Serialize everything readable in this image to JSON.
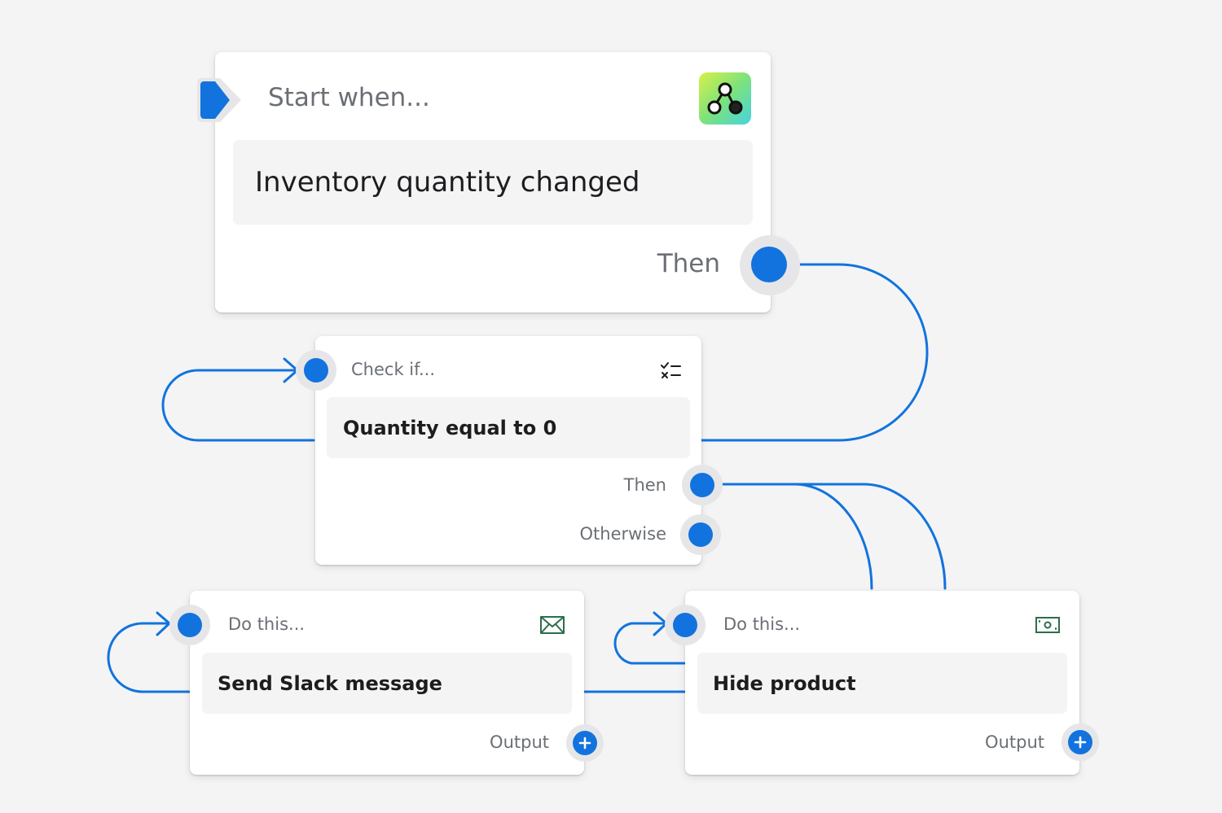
{
  "colors": {
    "accent": "#1273de",
    "background": "#f4f4f5",
    "card": "#ffffff",
    "body_box": "#f4f4f5",
    "muted_text": "#6b6f75",
    "strong_text": "#1c1d1f",
    "icon_green": "#2c6e49"
  },
  "trigger": {
    "header": "Start when...",
    "event": "Inventory quantity changed",
    "then_label": "Then",
    "icon": "flow-app-icon",
    "start_icon": "start-arrow-icon"
  },
  "condition": {
    "header": "Check if...",
    "rule": "Quantity equal to 0",
    "then_label": "Then",
    "otherwise_label": "Otherwise",
    "icon": "checklist-icon"
  },
  "actions": [
    {
      "header": "Do this...",
      "title": "Send Slack message",
      "output_label": "Output",
      "icon": "envelope-icon"
    },
    {
      "header": "Do this...",
      "title": "Hide product",
      "output_label": "Output",
      "icon": "banknote-icon"
    }
  ]
}
